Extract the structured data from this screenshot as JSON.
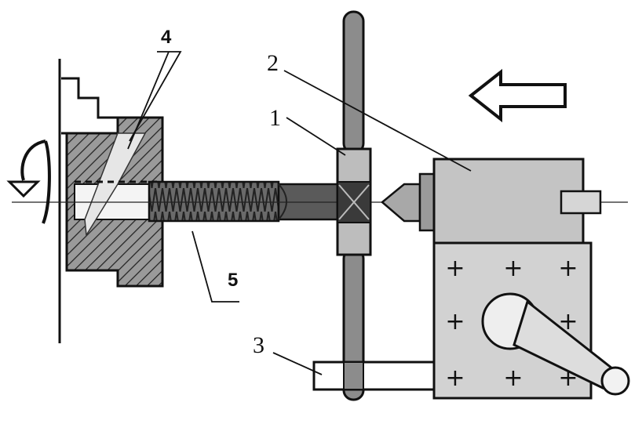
{
  "labels": {
    "part_1": "1",
    "part_2": "2",
    "part_3": "3",
    "part_4": "4",
    "part_5": "5"
  },
  "icons": {
    "rotation": "rotation-arrow-icon",
    "feed_direction": "left-arrow-icon"
  },
  "marks": {
    "plus": "+"
  },
  "colors": {
    "ink": "#111111",
    "dark_fill": "#4a4a4a",
    "mid_fill": "#8a8a8a",
    "light_fill": "#c8c8c8",
    "paper": "#ffffff"
  }
}
